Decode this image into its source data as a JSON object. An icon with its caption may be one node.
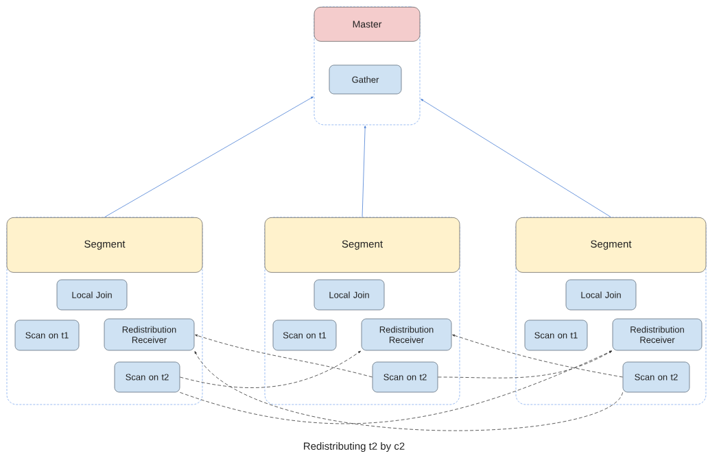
{
  "diagram": {
    "nodes": [
      {
        "text": [
          "Master"
        ]
      },
      {
        "text": [
          "Gather"
        ],
        "in": 0
      },
      {
        "text": [
          "Segment"
        ]
      },
      {
        "text": [
          "Local Join"
        ],
        "in": 2
      },
      {
        "text": [
          "Scan on t1"
        ],
        "in": 2
      },
      {
        "text": [
          "Redistribution Receiver"
        ],
        "in": 2
      },
      {
        "text": [
          "Scan on t2"
        ],
        "in": 2
      },
      {
        "text": [
          "Segment"
        ]
      },
      {
        "text": [
          "Local Join"
        ],
        "in": 7
      },
      {
        "text": [
          "Scan on t1"
        ],
        "in": 7
      },
      {
        "text": [
          "Redistribution Receiver"
        ],
        "in": 7
      },
      {
        "text": [
          "Scan on t2"
        ],
        "in": 7
      },
      {
        "text": [
          "Segment"
        ]
      },
      {
        "text": [
          "Local Join"
        ],
        "in": 12
      },
      {
        "text": [
          "Scan on t1"
        ],
        "in": 12
      },
      {
        "text": [
          "Redistribution Receiver"
        ],
        "in": 12
      },
      {
        "text": [
          "Scan on t2"
        ],
        "in": 12
      }
    ],
    "edges": [
      {
        "from": 2,
        "to": 0,
        "arrow": "to",
        "color": "#4a7fd4"
      },
      {
        "from": 7,
        "to": 0,
        "arrow": "to",
        "color": "#4a7fd4"
      },
      {
        "from": 12,
        "to": 0,
        "arrow": "to",
        "color": "#4a7fd4"
      },
      {
        "from": 6,
        "to": 10,
        "arrow": "to",
        "style": "dashed"
      },
      {
        "from": 6,
        "to": 15,
        "arrow": "to",
        "style": "dashed"
      },
      {
        "from": 11,
        "to": 5,
        "arrow": "to",
        "style": "dashed"
      },
      {
        "from": 11,
        "to": 15,
        "arrow": "to",
        "style": "dashed"
      },
      {
        "from": 16,
        "to": 10,
        "arrow": "to",
        "style": "dashed"
      },
      {
        "from": 16,
        "to": 5,
        "arrow": "to",
        "style": "dashed"
      }
    ],
    "labels": [
      "Redistributing t2 by c2"
    ]
  }
}
